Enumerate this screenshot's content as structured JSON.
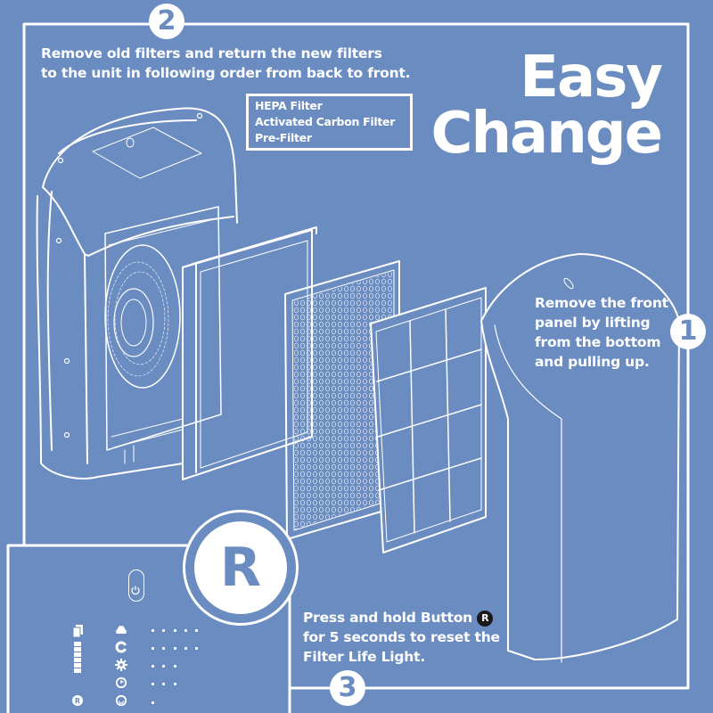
{
  "colors": {
    "background": "#6a8cc1",
    "line": "#ffffff",
    "badge_dark": "#1a1a1a"
  },
  "title": {
    "line1": "Easy",
    "line2": "Change"
  },
  "steps": [
    {
      "number": "1",
      "text_lines": [
        "Remove the front",
        "panel by lifting",
        "from the bottom",
        "and pulling up."
      ]
    },
    {
      "number": "2",
      "text_lines": [
        "Remove old filters and return the new filters",
        "to the unit in following order from back to front."
      ],
      "filter_order": [
        "HEPA Filter",
        "Activated Carbon Filter",
        "Pre-Filter"
      ]
    },
    {
      "number": "3",
      "text_line1_prefix": "Press and hold Button",
      "button_label": "R",
      "text_lines_rest": [
        "for 5 seconds to reset the",
        "Filter Life Light."
      ]
    }
  ],
  "reset_badge": {
    "label": "R"
  },
  "control_panel": {
    "power_icon": "power-icon",
    "left_column_icons": [
      "filter-stack-icon",
      "filter-life-bar",
      "reset-icon"
    ],
    "left_column_reset_label": "R",
    "filter_life_segments": 6,
    "middle_column_icons": [
      "cloud-icon",
      "auto-mode-icon",
      "fan-speed-icon",
      "timer-icon",
      "sleep-mode-icon"
    ],
    "indicator_dots_per_row": [
      5,
      5,
      3,
      3,
      1
    ]
  },
  "illustration": {
    "components": [
      "purifier-body",
      "hepa-filter",
      "activated-carbon-filter",
      "pre-filter",
      "front-panel"
    ]
  }
}
